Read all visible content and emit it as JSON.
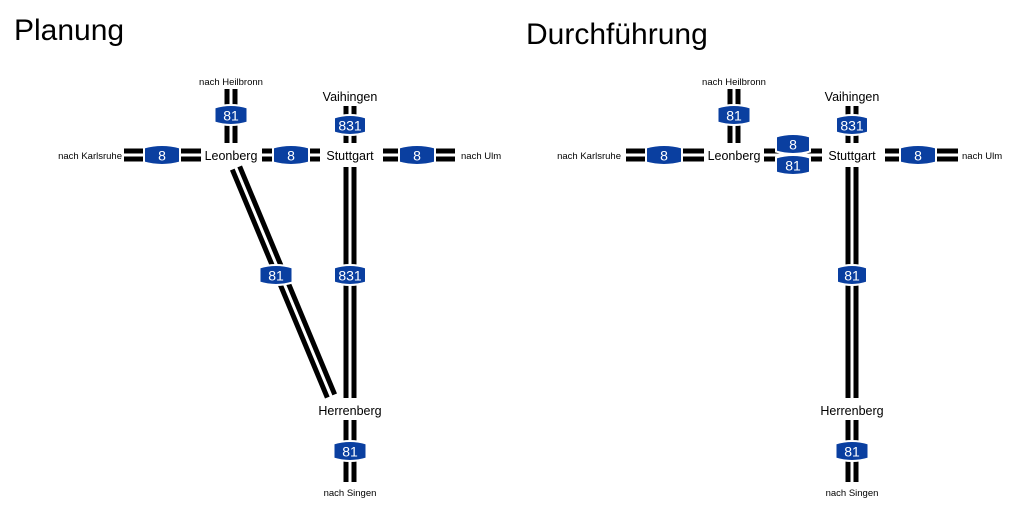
{
  "panels": [
    {
      "id": "planung",
      "title": "Planung",
      "cities": {
        "leonberg": "Leonberg",
        "stuttgart": "Stuttgart",
        "vaihingen": "Vaihingen",
        "herrenberg": "Herrenberg"
      },
      "destinations": {
        "north": "nach Heilbronn",
        "west": "nach Karlsruhe",
        "east": "nach Ulm",
        "south": "nach Singen"
      },
      "shields": {
        "a81_north": "81",
        "a8_west": "8",
        "a8_middle": "8",
        "a831_north": "831",
        "a8_east": "8",
        "a81_diagonal": "81",
        "a831_south": "831",
        "a81_south": "81"
      }
    },
    {
      "id": "durchfuehrung",
      "title": "Durchführung",
      "cities": {
        "leonberg": "Leonberg",
        "stuttgart": "Stuttgart",
        "vaihingen": "Vaihingen",
        "herrenberg": "Herrenberg"
      },
      "destinations": {
        "north": "nach Heilbronn",
        "west": "nach Karlsruhe",
        "east": "nach Ulm",
        "south": "nach Singen"
      },
      "shields": {
        "a81_north": "81",
        "a8_west": "8",
        "a8_middle_top": "8",
        "a81_middle_bottom": "81",
        "a831_north": "831",
        "a8_east": "8",
        "a81_south_mid": "81",
        "a81_south": "81"
      }
    }
  ],
  "colors": {
    "shield_blue": "#0A3FA0",
    "road": "#000000"
  }
}
